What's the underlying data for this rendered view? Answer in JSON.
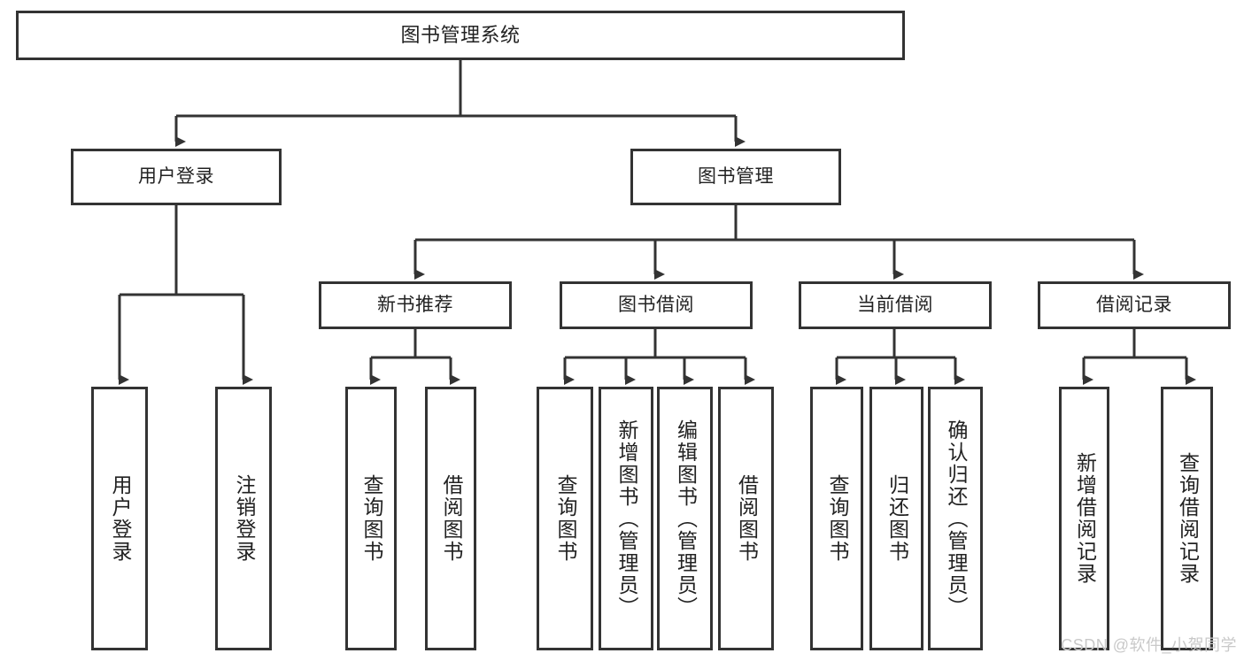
{
  "diagram": {
    "type": "tree",
    "title": "图书管理系统",
    "watermark": "CSDN @软件_小贺同学",
    "colors": {
      "line": "#333333",
      "box_border": "#333333",
      "box_fill": "#ffffff",
      "text": "#222222",
      "watermark": "#c9c9c9",
      "background": "#ffffff"
    },
    "nodes": {
      "root": {
        "label": "图书管理系统"
      },
      "level2": [
        {
          "label": "用户登录"
        },
        {
          "label": "图书管理"
        }
      ],
      "level3": [
        {
          "label": "新书推荐"
        },
        {
          "label": "图书借阅"
        },
        {
          "label": "当前借阅"
        },
        {
          "label": "借阅记录"
        }
      ],
      "leaves": {
        "user_login": [
          {
            "label": "用户登录"
          },
          {
            "label": "注销登录"
          }
        ],
        "new_book_recommend": [
          {
            "label": "查询图书"
          },
          {
            "label": "借阅图书"
          }
        ],
        "book_borrow": [
          {
            "label": "查询图书"
          },
          {
            "label": "新增图书（管理员）"
          },
          {
            "label": "编辑图书（管理员）"
          },
          {
            "label": "借阅图书"
          }
        ],
        "current_borrow": [
          {
            "label": "查询图书"
          },
          {
            "label": "归还图书"
          },
          {
            "label": "确认归还（管理员）"
          }
        ],
        "borrow_record": [
          {
            "label": "新增借阅记录"
          },
          {
            "label": "查询借阅记录"
          }
        ]
      }
    }
  }
}
